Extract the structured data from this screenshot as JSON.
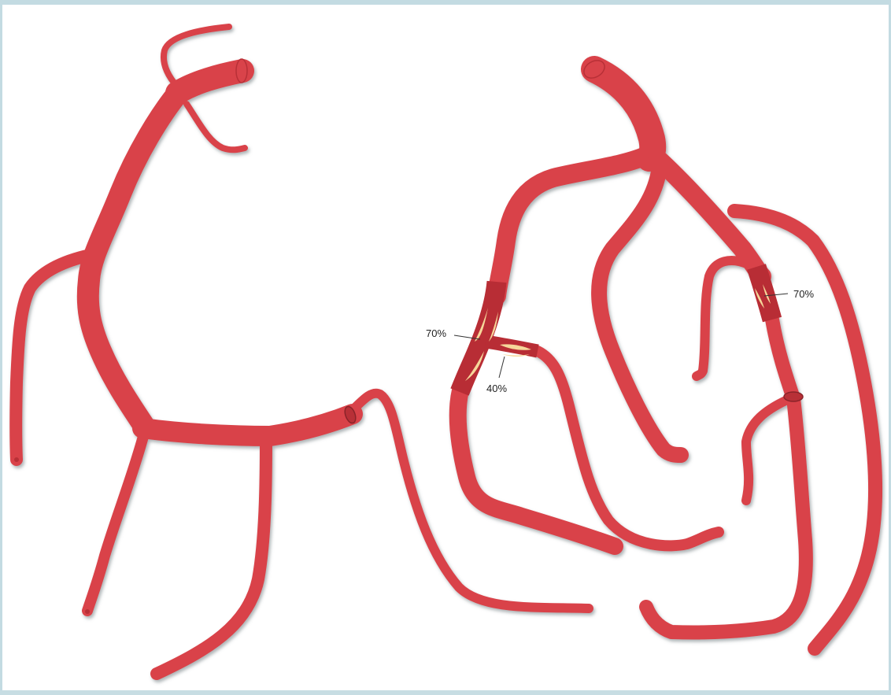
{
  "diagram": {
    "labels": {
      "left_stenosis_top": "70%",
      "left_stenosis_branch": "40%",
      "right_stenosis": "70%"
    },
    "colors": {
      "vessel": "#d9434a",
      "vessel_shadow": "#9aa4a8",
      "vessel_dark": "#b83037",
      "stenosis_segment": "#b82d35",
      "plaque": "#f6d79a",
      "background": "#ffffff",
      "frame": "#c3dbe2"
    }
  }
}
